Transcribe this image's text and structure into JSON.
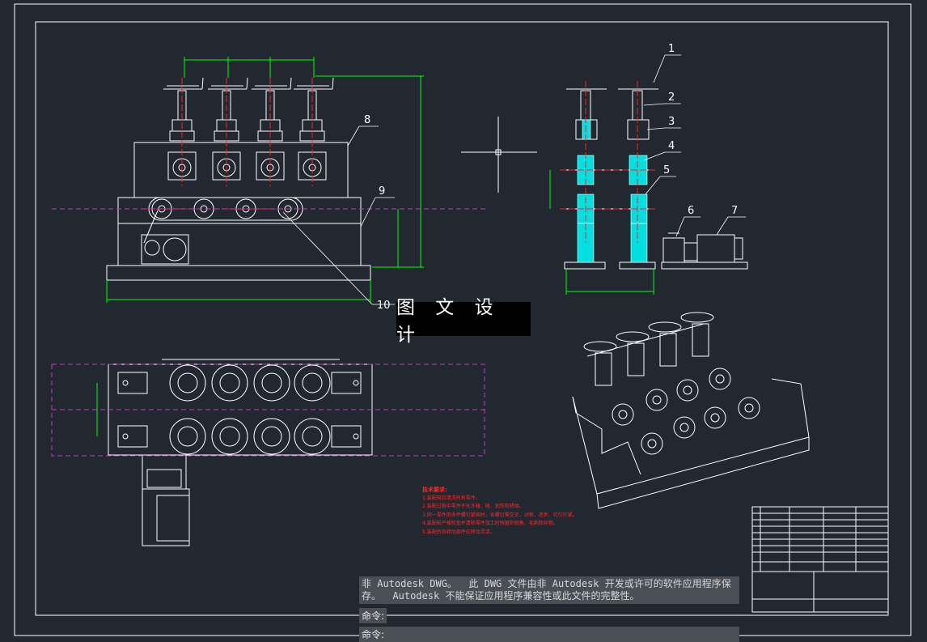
{
  "drawing": {
    "balloons": [
      "1",
      "2",
      "3",
      "4",
      "5",
      "6",
      "7",
      "8",
      "9",
      "10"
    ],
    "colors": {
      "background": "#212830",
      "line": "#ffffff",
      "dim": "#00ff00",
      "center": "#ff2222",
      "section": "#00e5e5",
      "phantom": "#cc33cc",
      "note": "#ff2a2a"
    }
  },
  "stamp": {
    "text": "图 文 设 计"
  },
  "notes": {
    "title": "技术要求:",
    "items": [
      "1.装配前应清洗所有零件。",
      "2.装配过程中零件不允许磕、碰、划伤和锈蚀。",
      "3.同一零件用多件螺钉紧固时，各螺钉需交叉、对称、逐步、均匀拧紧。",
      "4.装配前严格检查并清除零件加工时残留的锐角、毛刺和异物。",
      "5.装配后各转动部件应转动灵活。"
    ]
  },
  "command": {
    "warning": "非 Autodesk DWG。  此 DWG 文件由非 Autodesk 开发或许可的软件应用程序保存。  Autodesk 不能保证应用程序兼容性或此文件的完整性。",
    "history_prompt": "命令:",
    "input_prompt": "命令:"
  }
}
